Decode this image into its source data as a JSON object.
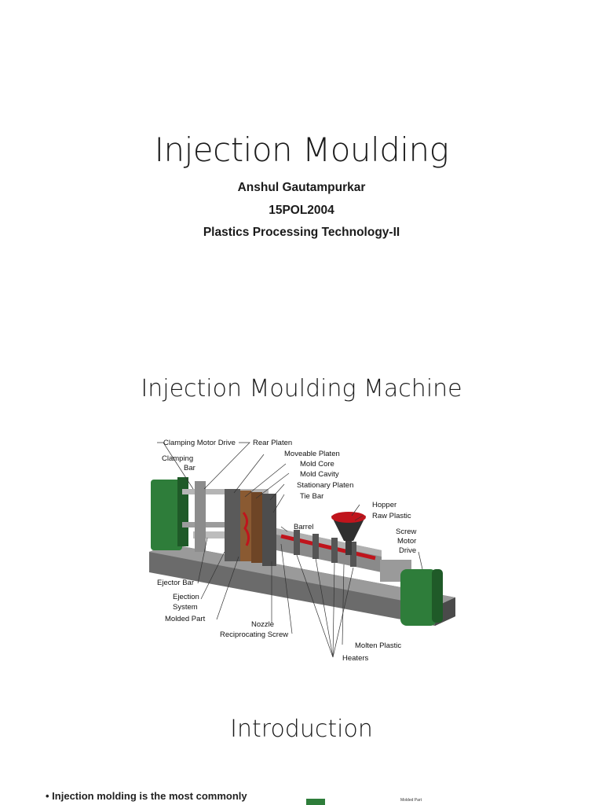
{
  "slide1": {
    "title": "Injection Moulding",
    "author": "Anshul Gautampurkar",
    "roll_no": "15POL2004",
    "course": "Plastics Processing Technology-II"
  },
  "slide2": {
    "title": "Injection Moulding Machine",
    "diagram_labels": {
      "clamping_motor_drive": "Clamping Motor Drive",
      "rear_platen": "Rear Platen",
      "clamping_bar_1": "Clamping",
      "clamping_bar_2": "Bar",
      "moveable_platen": "Moveable Platen",
      "mold_core": "Mold Core",
      "mold_cavity": "Mold Cavity",
      "stationary_platen": "Stationary Platen",
      "tie_bar": "Tie Bar",
      "hopper": "Hopper",
      "raw_plastic": "Raw Plastic",
      "barrel": "Barrel",
      "screw_motor_drive_1": "Screw",
      "screw_motor_drive_2": "Motor",
      "screw_motor_drive_3": "Drive",
      "ejector_bar": "Ejector Bar",
      "ejection_system_1": "Ejection",
      "ejection_system_2": "System",
      "molded_part": "Molded Part",
      "nozzle": "Nozzle",
      "reciprocating_screw": "Reciprocating Screw",
      "molten_plastic": "Molten Plastic",
      "heaters": "Heaters"
    }
  },
  "slide3": {
    "title": "Introduction",
    "bullet_1": "Injection molding is the most commonly",
    "thumb_label": "Molded Part"
  },
  "colors": {
    "green": "#2e7d3a",
    "gray": "#8a8a8a",
    "dark": "#3a3a3a",
    "red": "#c0141c"
  }
}
